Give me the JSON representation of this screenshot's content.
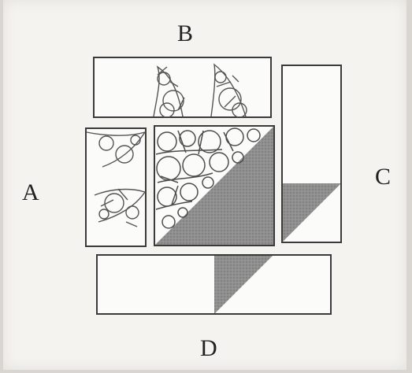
{
  "labels": {
    "a": "A",
    "b": "B",
    "c": "C",
    "d": "D"
  },
  "colors": {
    "outline": "#3a3a3a",
    "shading": "#8d8d8d",
    "lace": "#555555",
    "paper": "#f4f3f0"
  }
}
